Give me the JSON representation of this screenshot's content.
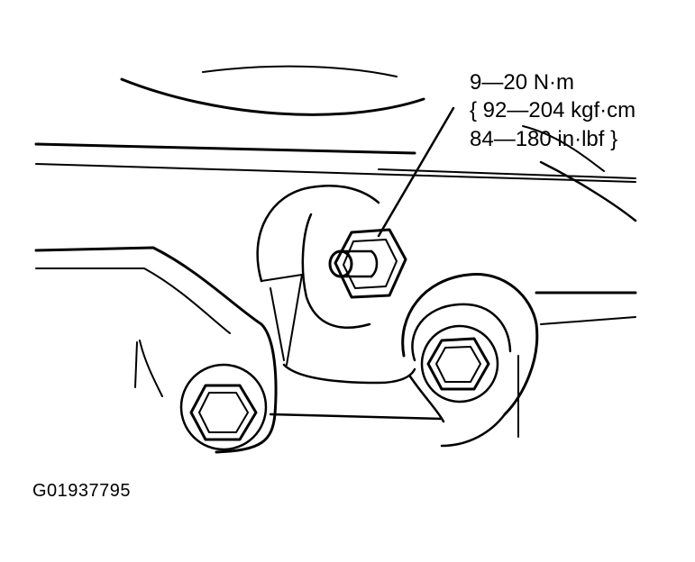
{
  "torque_spec": {
    "line1": "9—20 N·m",
    "line2": "{ 92—204 kgf·cm",
    "line3": "84—180 in·lbf }"
  },
  "figure_id": "G01937795",
  "colors": {
    "ink": "#000000",
    "paper": "#ffffff"
  }
}
